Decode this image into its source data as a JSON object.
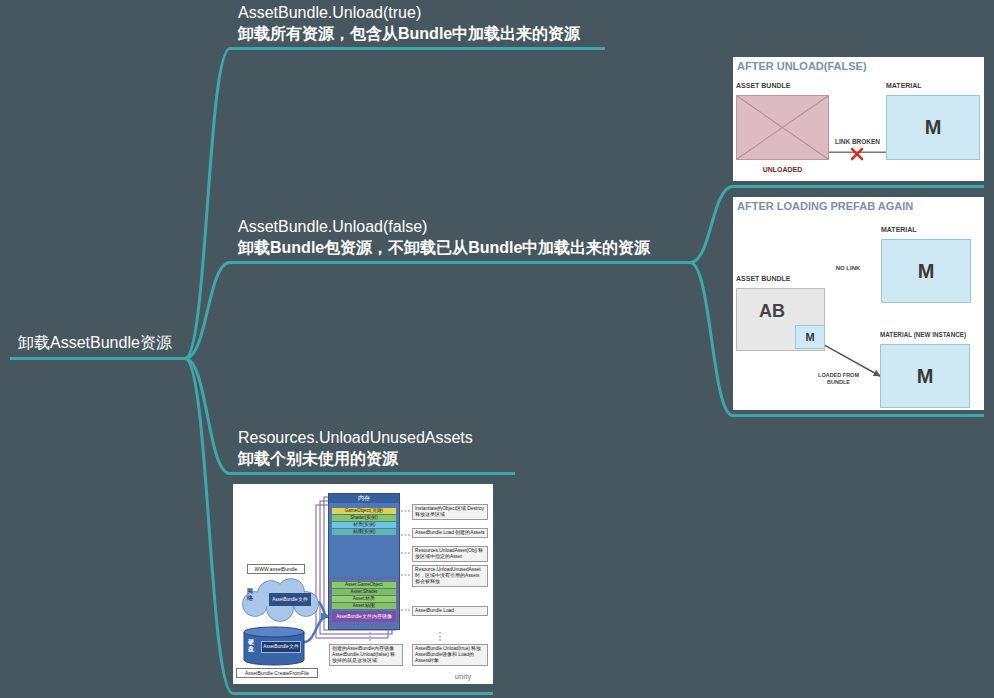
{
  "diagram": {
    "nodes": [
      {
        "text": [
          "卸载AssetBundle资源"
        ]
      },
      {
        "text": [
          "AssetBundle.Unload(true)",
          "卸载所有资源，包含从Bundle中加载出来的资源"
        ]
      },
      {
        "text": [
          "AssetBundle.Unload(false)",
          "卸载Bundle包资源，不卸载已从Bundle中加载出来的资源"
        ]
      },
      {
        "text": [
          "Resources.UnloadUnusedAssets",
          "卸载个别未使用的资源"
        ]
      },
      {
        "text": [
          "AFTER UNLOAD(FALSE)"
        ]
      },
      {
        "text": [
          "ASSET BUNDLE",
          "UNLOADED"
        ],
        "in": 4
      },
      {
        "text": [
          "MATERIAL",
          "M"
        ],
        "in": 4
      },
      {
        "text": [
          "AFTER LOADING PREFAB AGAIN"
        ]
      },
      {
        "text": [
          "MATERIAL",
          "M"
        ],
        "in": 7
      },
      {
        "text": [
          "ASSET BUNDLE",
          "AB"
        ],
        "in": 7
      },
      {
        "text": [
          "M"
        ],
        "in": 9
      },
      {
        "text": [
          "MATERIAL (NEW INSTANCE)",
          "M"
        ],
        "in": 7
      },
      {
        "text": []
      },
      {
        "text": [
          "内存"
        ],
        "in": 12
      },
      {
        "text": [
          "GameObject(克隆)"
        ],
        "in": 13
      },
      {
        "text": [
          "Shader(实例)"
        ],
        "in": 13
      },
      {
        "text": [
          "材质(实例)"
        ],
        "in": 13
      },
      {
        "text": [
          "贴图(实例)"
        ],
        "in": 13
      },
      {
        "text": [
          "Asset:GameObject"
        ],
        "in": 13
      },
      {
        "text": [
          "Asset:Shader"
        ],
        "in": 13
      },
      {
        "text": [
          "Asset:材质"
        ],
        "in": 13
      },
      {
        "text": [
          "Asset:贴图"
        ],
        "in": 13
      },
      {
        "text": [
          "AssetBundle文件内存镜像"
        ],
        "in": 13
      },
      {
        "text": [
          "Instantiate的Object区域 Destroy释放这类区域"
        ],
        "in": 12
      },
      {
        "text": [
          "AssetBundle.Load 创建的Assets"
        ],
        "in": 12
      },
      {
        "text": [
          "Resources.UnloadAsset(Obj) 释放区域中指定的Asset"
        ],
        "in": 12
      },
      {
        "text": [
          "Resource.UnloadUnusedAsset 时，区域中没有引用的Assets 都会被释放"
        ],
        "in": 12
      },
      {
        "text": [
          "AssetBundle.Load"
        ],
        "in": 12
      },
      {
        "text": [
          "WWW.assetBundle"
        ],
        "in": 12
      },
      {
        "text": [
          "网络"
        ],
        "in": 12
      },
      {
        "text": [
          "AssetBundle文件"
        ],
        "in": 29
      },
      {
        "text": [
          "硬盘"
        ],
        "in": 12
      },
      {
        "text": [
          "AssetBundle文件"
        ],
        "in": 31
      },
      {
        "text": [
          "AssetBundle.CreateFromFile"
        ],
        "in": 12
      },
      {
        "text": [
          "创建的AssetBundle内存镜像 AssetBundle.Unload(false) 释放掉的就是这块区域"
        ],
        "in": 12
      },
      {
        "text": [
          "AssetBundle.Unload(true) 释放AssetBundle镜像和 Load的Assets对象"
        ],
        "in": 12
      }
    ],
    "edges": [
      {
        "from": 0,
        "to": 1,
        "arrow": "none"
      },
      {
        "from": 0,
        "to": 2,
        "arrow": "none"
      },
      {
        "from": 0,
        "to": 3,
        "arrow": "none"
      },
      {
        "from": 0,
        "to": 12,
        "arrow": "none"
      },
      {
        "from": 2,
        "to": 4,
        "arrow": "none"
      },
      {
        "from": 2,
        "to": 7,
        "arrow": "none"
      },
      {
        "from": 5,
        "to": 6,
        "label": "LINK BROKEN",
        "arrow": "none"
      },
      {
        "from": 10,
        "to": 11,
        "label": "LOADED FROM BUNDLE",
        "arrow": "to"
      },
      {
        "from": 29,
        "to": 22,
        "arrow": "to"
      },
      {
        "from": 31,
        "to": 22,
        "arrow": "to"
      }
    ],
    "labels": [
      "NO LINK",
      "unity"
    ]
  }
}
